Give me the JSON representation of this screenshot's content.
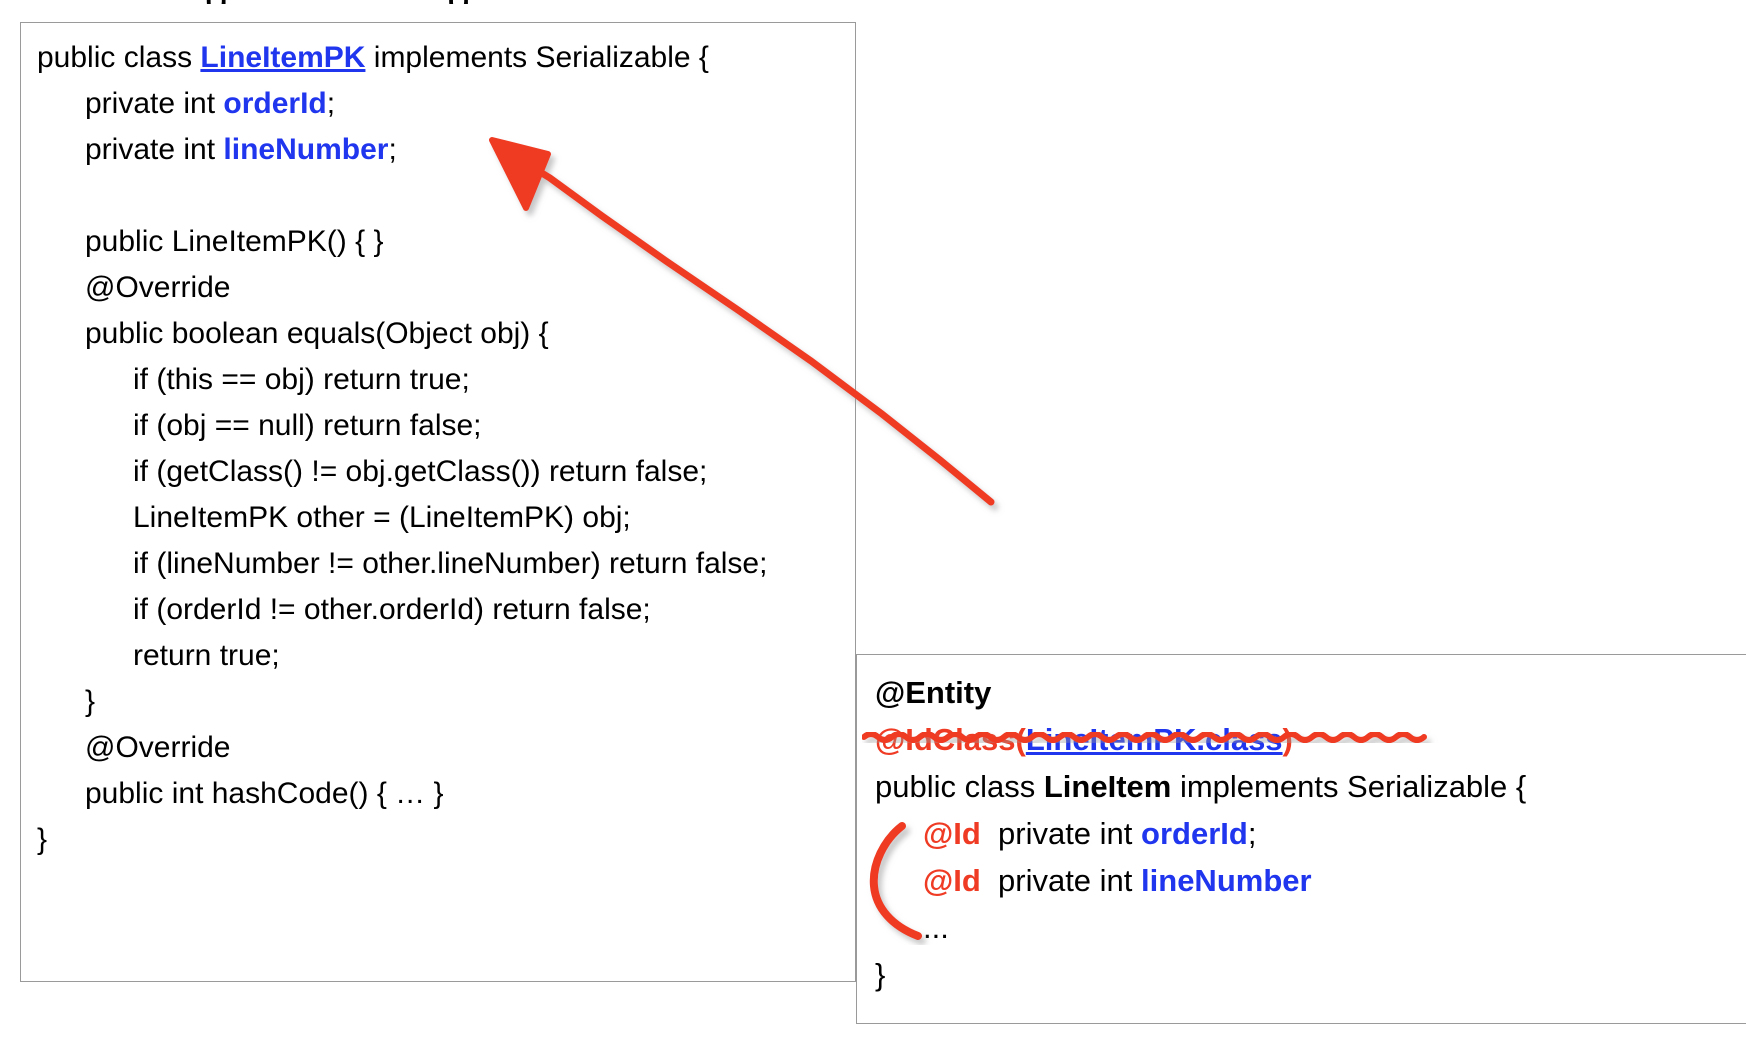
{
  "page": {
    "background_color": "#ffffff",
    "accent_red": "#ef3b24",
    "accent_blue": "#1f35ee",
    "border_color": "#9a9a9a"
  },
  "top_clipped_text": {
    "glyph_left": "g",
    "glyph_right": ", g"
  },
  "left_box": {
    "name": "LineItemPK class listing",
    "lines": [
      {
        "indent": 0,
        "segments": [
          {
            "text": "public class ",
            "style": "plain"
          },
          {
            "text": "LineItemPK",
            "style": "blue-underline"
          },
          {
            "text": " implements Serializable {",
            "style": "plain"
          }
        ]
      },
      {
        "indent": 1,
        "segments": [
          {
            "text": "private int ",
            "style": "plain"
          },
          {
            "text": "orderId",
            "style": "blue"
          },
          {
            "text": ";",
            "style": "plain"
          }
        ]
      },
      {
        "indent": 1,
        "segments": [
          {
            "text": "private int ",
            "style": "plain"
          },
          {
            "text": "lineNumber",
            "style": "blue"
          },
          {
            "text": ";",
            "style": "plain"
          }
        ]
      },
      {
        "indent": 0,
        "segments": [
          {
            "text": " ",
            "style": "plain"
          }
        ]
      },
      {
        "indent": 1,
        "segments": [
          {
            "text": "public LineItemPK() { }",
            "style": "plain"
          }
        ]
      },
      {
        "indent": 1,
        "segments": [
          {
            "text": "@Override",
            "style": "plain"
          }
        ]
      },
      {
        "indent": 1,
        "segments": [
          {
            "text": "public boolean equals(Object obj) {",
            "style": "plain"
          }
        ]
      },
      {
        "indent": 2,
        "segments": [
          {
            "text": "if (this == obj) return true;",
            "style": "plain"
          }
        ]
      },
      {
        "indent": 2,
        "segments": [
          {
            "text": "if (obj == null) return false;",
            "style": "plain"
          }
        ]
      },
      {
        "indent": 2,
        "segments": [
          {
            "text": "if (getClass() != obj.getClass()) return false;",
            "style": "plain"
          }
        ]
      },
      {
        "indent": 2,
        "segments": [
          {
            "text": "LineItemPK other = (LineItemPK) obj;",
            "style": "plain"
          }
        ]
      },
      {
        "indent": 2,
        "segments": [
          {
            "text": "if (lineNumber != other.lineNumber) return false;",
            "style": "plain"
          }
        ]
      },
      {
        "indent": 2,
        "segments": [
          {
            "text": "if (orderId != other.orderId) return false;",
            "style": "plain"
          }
        ]
      },
      {
        "indent": 2,
        "segments": [
          {
            "text": "return true;",
            "style": "plain"
          }
        ]
      },
      {
        "indent": 1,
        "segments": [
          {
            "text": "}",
            "style": "plain"
          }
        ]
      },
      {
        "indent": 1,
        "segments": [
          {
            "text": "@Override",
            "style": "plain"
          }
        ]
      },
      {
        "indent": 1,
        "segments": [
          {
            "text": "public int hashCode() { … }",
            "style": "plain"
          }
        ]
      },
      {
        "indent": 0,
        "segments": [
          {
            "text": "}",
            "style": "plain"
          }
        ]
      }
    ]
  },
  "right_box": {
    "name": "LineItem entity listing",
    "lines": [
      {
        "indent": 0,
        "segments": [
          {
            "text": "@Entity",
            "style": "bold"
          }
        ]
      },
      {
        "indent": 0,
        "segments": [
          {
            "text": "@IdClass(",
            "style": "red"
          },
          {
            "text": "LineItemPK.class",
            "style": "blue-underline"
          },
          {
            "text": ")",
            "style": "red"
          }
        ]
      },
      {
        "indent": 0,
        "segments": [
          {
            "text": "public class ",
            "style": "plain"
          },
          {
            "text": "LineItem",
            "style": "bold"
          },
          {
            "text": " implements Serializable {",
            "style": "plain"
          }
        ]
      },
      {
        "indent": 1,
        "segments": [
          {
            "text": "@Id",
            "style": "red"
          },
          {
            "text": "  private int ",
            "style": "plain"
          },
          {
            "text": "orderId",
            "style": "blue"
          },
          {
            "text": ";",
            "style": "plain"
          }
        ]
      },
      {
        "indent": 1,
        "segments": [
          {
            "text": "@Id",
            "style": "red"
          },
          {
            "text": "  private int ",
            "style": "plain"
          },
          {
            "text": "lineNumber",
            "style": "blue"
          }
        ]
      },
      {
        "indent": 1,
        "segments": [
          {
            "text": "...",
            "style": "plain"
          }
        ]
      },
      {
        "indent": 0,
        "segments": [
          {
            "text": "}",
            "style": "plain"
          }
        ]
      }
    ]
  },
  "annotations": [
    {
      "id": "arrow",
      "kind": "hand-drawn-arrow",
      "color": "#ef3b24",
      "description": "red arrow pointing from the @IdClass line up-left to the lineNumber field declaration"
    },
    {
      "id": "squiggle-underline",
      "kind": "hand-drawn-underline",
      "color": "#ef3b24",
      "description": "red wavy underline beneath @IdClass(LineItemPK.class)"
    },
    {
      "id": "brace",
      "kind": "hand-drawn-brace",
      "color": "#ef3b24",
      "description": "red hand-drawn curly brace grouping the two @Id field lines"
    }
  ]
}
